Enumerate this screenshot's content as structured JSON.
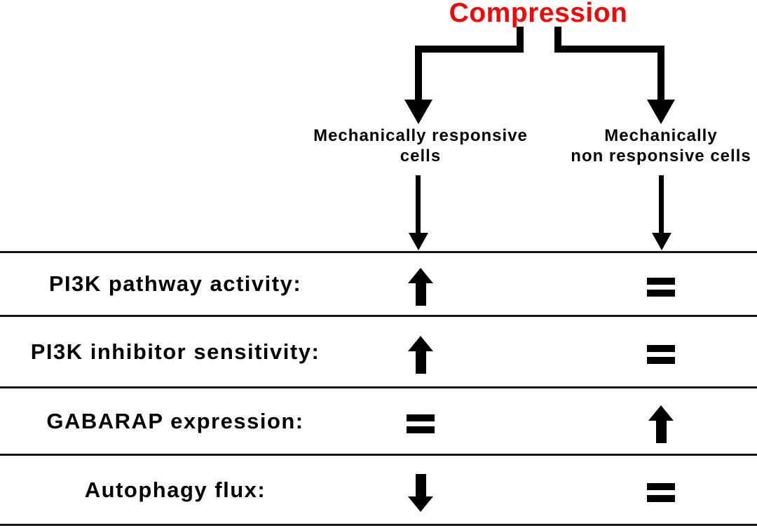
{
  "title": {
    "text": "Compression",
    "color": "#f40606"
  },
  "columns": {
    "left": {
      "line1": "Mechanically responsive",
      "line2": "cells"
    },
    "right": {
      "line1": "Mechanically",
      "line2": "non responsive cells"
    }
  },
  "table": {
    "rows": [
      {
        "label": "PI3K pathway activity:",
        "responsive": "up",
        "non_responsive": "equal"
      },
      {
        "label": "PI3K inhibitor sensitivity:",
        "responsive": "up",
        "non_responsive": "equal"
      },
      {
        "label": "GABARAP expression:",
        "responsive": "equal",
        "non_responsive": "up"
      },
      {
        "label": "Autophagy flux:",
        "responsive": "down",
        "non_responsive": "equal"
      }
    ]
  },
  "colors": {
    "accent_red": "#f40606",
    "ink": "#000000"
  }
}
